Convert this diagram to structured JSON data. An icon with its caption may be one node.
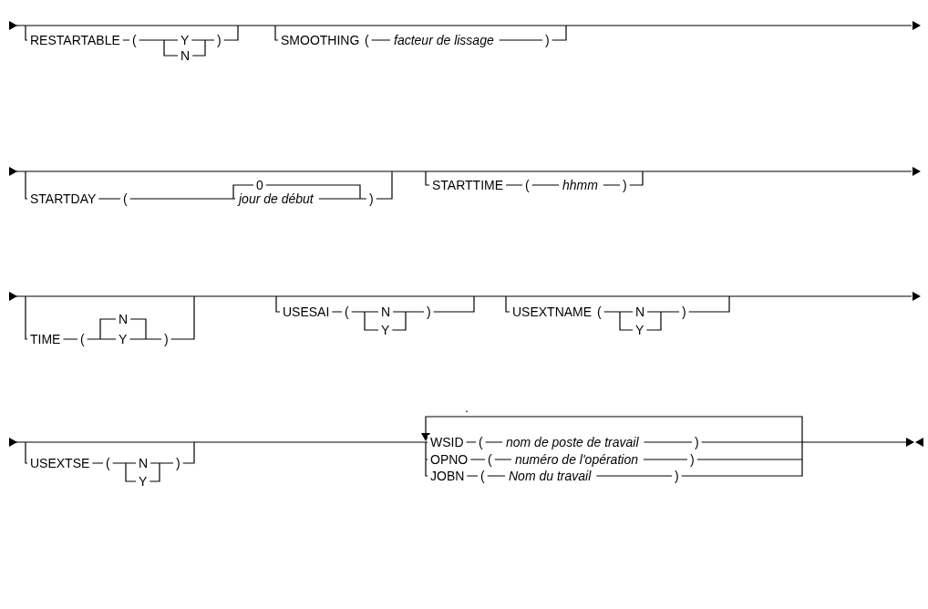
{
  "diagram": {
    "labels": [
      "RESTARTABLE",
      "(",
      "Y",
      "N",
      ")",
      "SMOOTHING",
      "(",
      "facteur de lissage",
      ")",
      "STARTDAY",
      "(",
      "0",
      "jour de début",
      ")",
      "STARTTIME",
      "(",
      "hhmm",
      ")",
      "TIME",
      "(",
      "N",
      "Y",
      ")",
      "USESAI",
      "(",
      "N",
      "Y",
      ")",
      "USEXTNAME",
      "(",
      "N",
      "Y",
      ")",
      ".",
      "USEXTSE",
      "(",
      "N",
      "Y",
      ")",
      "WSID",
      "(",
      "nom de poste de travail",
      ")",
      "OPNO",
      "(",
      "numéro de l'opération",
      ")",
      "JOBN",
      "(",
      "Nom du travail",
      ")"
    ]
  }
}
